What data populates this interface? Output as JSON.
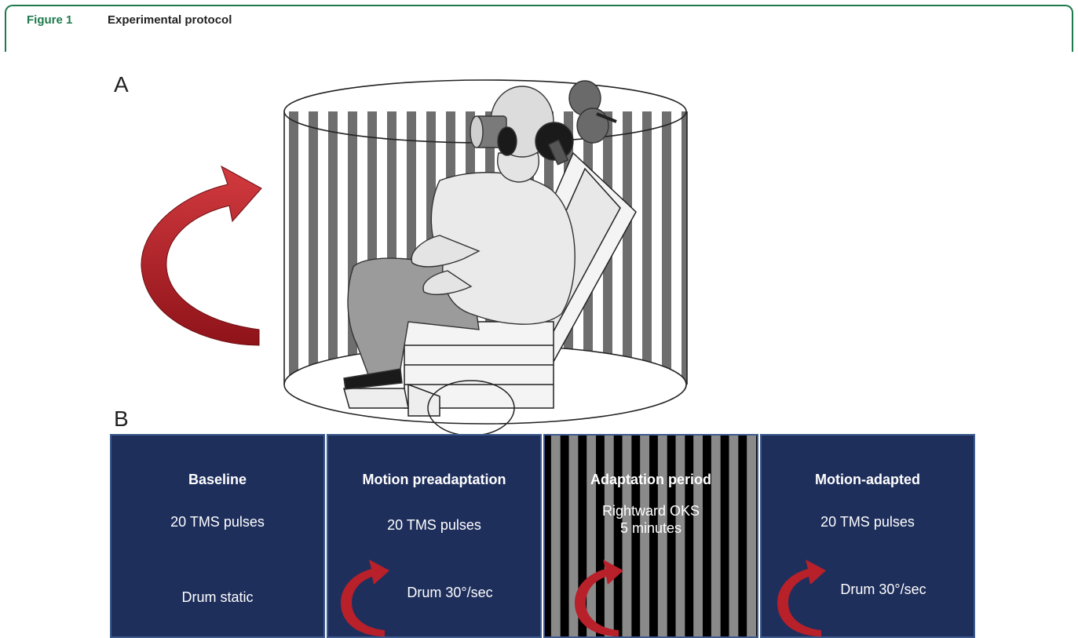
{
  "figure": {
    "label": "Figure 1",
    "title": "Experimental protocol"
  },
  "panels": {
    "a_label": "A",
    "b_label": "B"
  },
  "protocol_steps": [
    {
      "heading": "Baseline",
      "line1": "20 TMS pulses",
      "line2": "Drum static"
    },
    {
      "heading": "Motion preadaptation",
      "line1": "20 TMS pulses",
      "line2": "Drum 30°/sec"
    },
    {
      "heading": "Adaptation period",
      "line1": "Rightward OKS",
      "line2": "5 minutes"
    },
    {
      "heading": "Motion-adapted",
      "line1": "20 TMS pulses",
      "line2": "Drum 30°/sec"
    }
  ],
  "colors": {
    "accent_green": "#1e7a4c",
    "box_navy": "#1f2f5c",
    "arrow_red": "#b8202a",
    "stripe_gray": "#8a8a8a"
  }
}
